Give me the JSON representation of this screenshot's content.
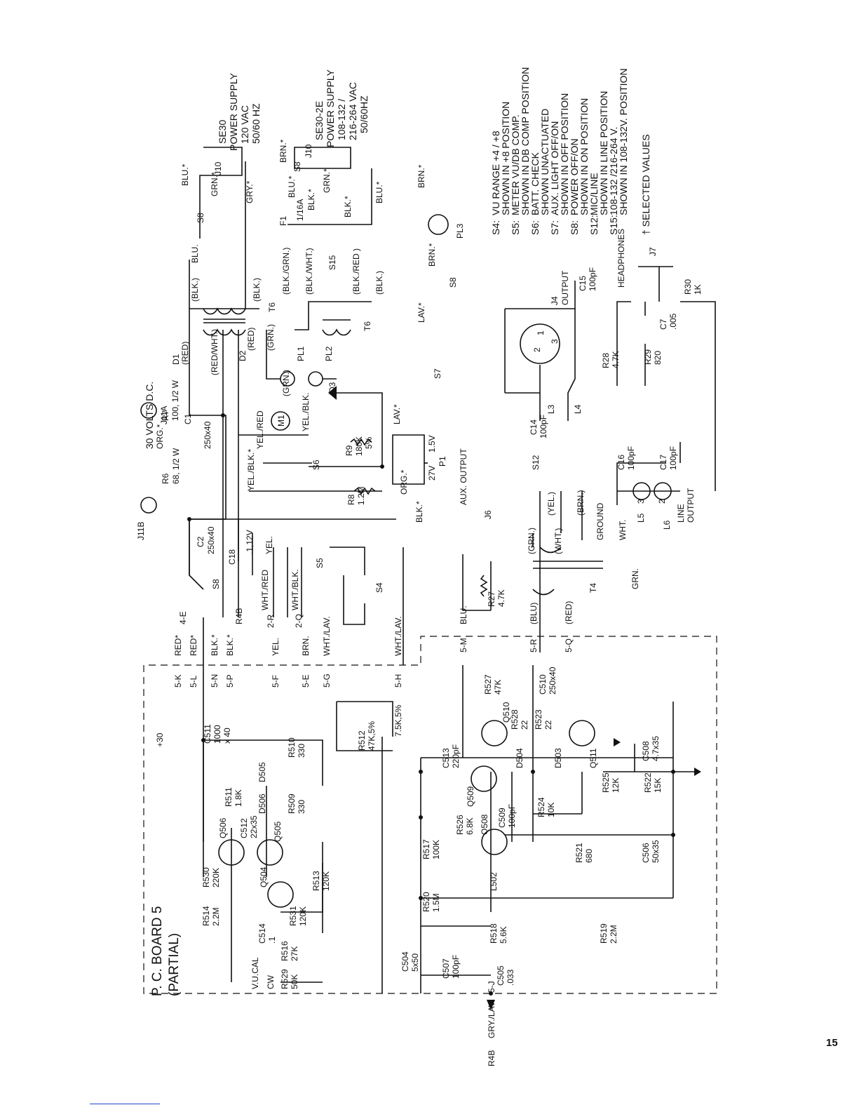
{
  "page_number": "15",
  "board": {
    "title": "P. C. BOARD 5",
    "subtitle": "(PARTIAL)"
  },
  "supplies": {
    "se30": {
      "model": "SE30",
      "line1": "POWER SUPPLY",
      "line2": "120 VAC",
      "line3": "50/60 HZ"
    },
    "se30_2e": {
      "model": "SE30-2E",
      "line1": "POWER SUPPLY",
      "line2": "108-132 /",
      "line3": "216-264 VAC",
      "line4": "50/60HZ"
    }
  },
  "switch_notes": [
    {
      "id": "S4:",
      "lines": [
        "VU RANGE +4 / +8",
        "SHOWN IN +8 POSITION"
      ]
    },
    {
      "id": "S5:",
      "lines": [
        "METER VU/DB COMP.",
        "SHOWN IN DB COMP POSITION"
      ]
    },
    {
      "id": "S6:",
      "lines": [
        "BATT. CHECK",
        "SHOWN UNACTUATED"
      ]
    },
    {
      "id": "S7:",
      "lines": [
        "AUX. LIGHT OFF/ON",
        "SHOWN IN OFF POSITION"
      ]
    },
    {
      "id": "S8:",
      "lines": [
        "POWER OFF/ON",
        "SHOWN IN ON POSITION"
      ]
    },
    {
      "id": "S12:",
      "lines": [
        "MIC/LINE",
        "SHOWN IN LINE POSITION"
      ]
    },
    {
      "id": "S15:",
      "lines": [
        "108-132 /216-264 V.",
        "SHOWN IN 108-132V. POSITION"
      ]
    }
  ],
  "selected_note": "† SELECTED VALUES",
  "connectors": {
    "j10": "J10",
    "j11a": "J11A",
    "j11b": "J11B",
    "j4": "J4",
    "j4_label": "OUTPUT",
    "j6": "J6",
    "j6_label": "AUX. OUTPUT",
    "j7": "J7",
    "headphones": "HEADPHONES",
    "line_output_1": "LINE",
    "line_output_2": "OUTPUT",
    "ground": "GROUND",
    "p1": "P1",
    "p1_v1": "27V",
    "p1_v2": "1.5V",
    "r4b_top": "R4B",
    "r4b_bottom": "R4B"
  },
  "supply_label": "30 VOLTS D.C.",
  "plus30": "+30",
  "board_pins": [
    "5-K",
    "5-L",
    "5-N",
    "5-P",
    "5-F",
    "5-E",
    "5-G",
    "5-H",
    "5-M",
    "5-R",
    "5-Q",
    "5-J"
  ],
  "wire_colors": {
    "red": "RED*",
    "blk": "BLK.*",
    "yel": "YEL.",
    "brn": "BRN.",
    "wht_lav": "WHT./LAV.",
    "blu": "(BLU)",
    "blu2": "BLU.",
    "red_paren": "(RED)",
    "gry_lav": "GRY./LAV.",
    "wht_red": "WHT./RED",
    "wht_blk": "WHT./BLK.",
    "yel_blk": "YEL./BLK.*",
    "yel_red": "YEL./RED",
    "yel_blk2": "YEL./BLK.",
    "org": "ORG.*",
    "lav": "LAV.*",
    "lav2": "LAV.*",
    "brn_star": "BRN.*",
    "grn": "GRN.*",
    "gry": "GRY.*",
    "blu_star": "BLU.*",
    "red_wht": "(RED/WHT.)",
    "d1red": "(RED)",
    "grn_paren": "(GRN.)",
    "wht_paren": "(WHT.)",
    "yel_paren": "(YEL.)",
    "brn_paren": "(BRN.)",
    "blk_paren": "(BLK.)",
    "blk_grn": "(BLK./GRN.)",
    "blk_wht": "(BLK./WHT.)",
    "blk_red": "(BLK./RED )",
    "wht": "WHT.",
    "grn2": "GRN."
  },
  "components": {
    "r6": "R6",
    "r6v": "68, 1/2 W",
    "r7": "R7",
    "r7v": "100, 1/2 W",
    "c1": "C1",
    "c1v": "250x40",
    "c2": "C2",
    "c2v": "250x40",
    "c18": "C18",
    "c18v": ".1,12V",
    "r8": "R8",
    "r8v": "1.2M",
    "r9": "R9",
    "r9v": "180K",
    "r9t": "5%",
    "m1": "M1",
    "d1": "D1",
    "d2": "D2",
    "d3": "D3",
    "pl1": "PL1",
    "pl2": "PL2",
    "pl3": "PL3",
    "t6": "T6",
    "t4": "T4",
    "s8": "S8",
    "s6": "S6",
    "s5": "S5",
    "s4": "S4",
    "s7": "S7",
    "s12": "S12",
    "s15": "S15",
    "f1": "F1",
    "f1v": "1/16A",
    "r27": "R27",
    "r27v": "4.7K",
    "c14": "C14",
    "c14v": "100pF",
    "c15": "C15",
    "c15v": "100pF",
    "l3": "L3",
    "l4": "L4",
    "c16": "C16",
    "c16v": "100pF",
    "c17": "C17",
    "c17v": "100pF",
    "l5": "L5",
    "l6": "L6",
    "r28": "R28",
    "r28v": "4.7K",
    "r29": "R29",
    "r29v": "820",
    "r30": "R30",
    "r30v": "1K",
    "c7": "C7",
    "c7v": ".005",
    "c511": "C511",
    "c511v1": "1000",
    "c511v2": "x 40",
    "r512": "R512",
    "r512v": "47K,5%",
    "r7_5k": "7.5K,5%",
    "r527": "R527",
    "r527v": "47K",
    "c510": "C510",
    "c510v": "250x40",
    "r528": "R528",
    "r528v": "22",
    "r523": "R523",
    "r523v": "22",
    "q510": "Q510",
    "q511": "Q511",
    "q509": "Q509",
    "q508": "Q508",
    "q504": "Q504",
    "q505": "Q505",
    "q506": "Q506",
    "c513": "C513",
    "c513v": "220pF",
    "d504": "D504",
    "d503": "D503",
    "d505": "D505",
    "d506": "D506",
    "r510": "R510",
    "r510v": "330",
    "r509": "R509",
    "r509v": "330",
    "r511": "R511",
    "r511v": "1.8K",
    "c512": "C512",
    "c512v": "22x35",
    "r530": "R530",
    "r530v": "220K",
    "r514": "R514",
    "r514v": "2.2M",
    "r531": "R531",
    "r531v": "120K",
    "r513": "R513",
    "r513v": "120K",
    "c514": "C514",
    "c514v": ".1",
    "r516": "R516",
    "r516v": "27K",
    "r529": "R529",
    "r529v": "50K",
    "vucal": "V.U.CAL",
    "cw": "CW",
    "r526": "R526",
    "r526v": "6.8K",
    "c509": "C509",
    "c509v": "100pF",
    "r524": "R524",
    "r524v": "10K",
    "r525": "R525",
    "r525v": "12K",
    "r522": "R522",
    "r522v": "15K",
    "c508": "C508",
    "c508v": "4.7x35",
    "r521": "R521",
    "r521v": "680",
    "c506": "C506",
    "c506v": "50x35",
    "r517": "R517",
    "r517v": "100K",
    "r520": "R520",
    "r520v": "1.5M",
    "l502": "L502",
    "r518": "R518",
    "r518v": "5.6K",
    "r519": "R519",
    "r519v": "2.2M",
    "c504": "C504",
    "c504v": "5x50",
    "c507": "C507",
    "c507v": "100pF",
    "c505": "C505",
    "c505v": ".033"
  },
  "pin_labels": {
    "j4_1": "1",
    "j4_2": "2",
    "j4_3": "3",
    "lo_2": "2",
    "lo_3": "3",
    "plus": "+",
    "minus": "-"
  },
  "refs": {
    "4e": "4-E",
    "2r": "2-R",
    "2q": "2-Q"
  }
}
